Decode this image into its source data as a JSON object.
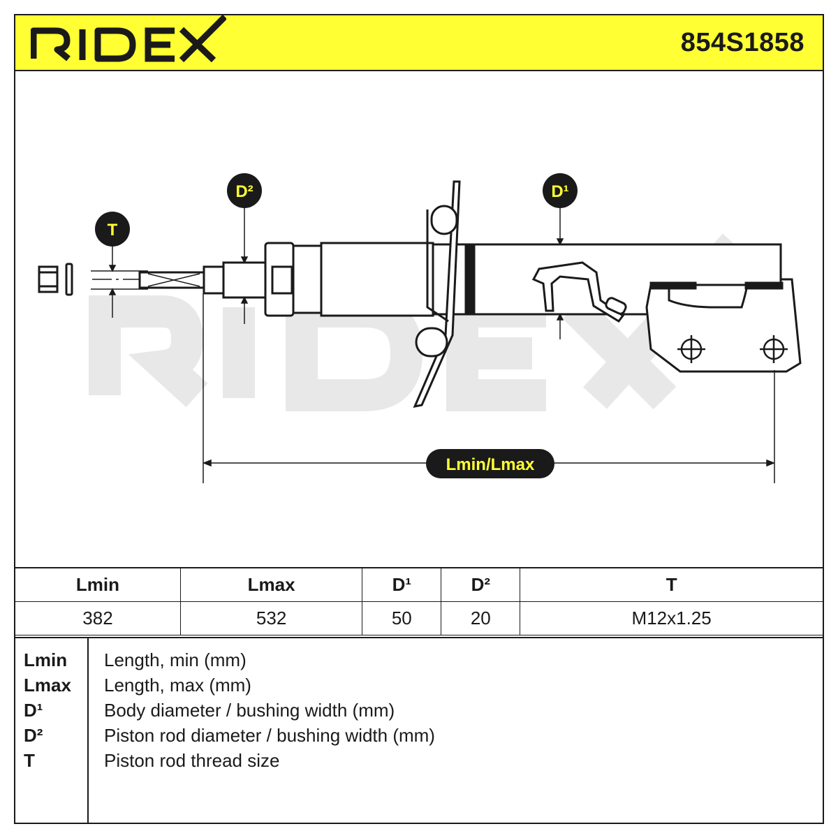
{
  "brand": "RIDEX",
  "part_number": "854S1858",
  "diagram": {
    "labels": {
      "t": "T",
      "d1": "D¹",
      "d2": "D²",
      "length": "Lmin/Lmax"
    },
    "watermark": "RIDEX"
  },
  "specs": {
    "headers": [
      "Lmin",
      "Lmax",
      "D¹",
      "D²",
      "T"
    ],
    "values": [
      "382",
      "532",
      "50",
      "20",
      "M12x1.25"
    ]
  },
  "legend": [
    {
      "key": "Lmin",
      "text": "Length, min (mm)"
    },
    {
      "key": "Lmax",
      "text": "Length, max (mm)"
    },
    {
      "key": "D¹",
      "text": "Body diameter / bushing width (mm)"
    },
    {
      "key": "D²",
      "text": "Piston rod diameter / bushing width (mm)"
    },
    {
      "key": "T",
      "text": "Piston rod thread size"
    }
  ],
  "colors": {
    "header": "#ffff33",
    "ink": "#1a1a1a",
    "badge_text": "#ffff33",
    "watermark": "#e6e6e6"
  }
}
